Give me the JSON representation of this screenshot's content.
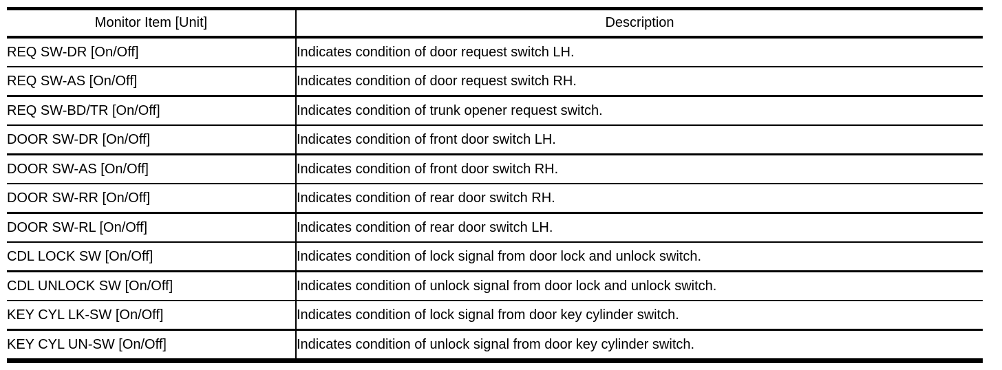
{
  "colors": {
    "background": "#ffffff",
    "text": "#000000",
    "border": "#000000"
  },
  "table": {
    "columns": [
      {
        "label": "Monitor Item [Unit]"
      },
      {
        "label": "Description"
      }
    ],
    "rows": [
      {
        "item": "REQ SW-DR [On/Off]",
        "description": "Indicates condition of door request switch LH."
      },
      {
        "item": "REQ SW-AS [On/Off]",
        "description": "Indicates condition of door request switch RH."
      },
      {
        "item": "REQ SW-BD/TR [On/Off]",
        "description": "Indicates condition of trunk opener request switch."
      },
      {
        "item": "DOOR SW-DR [On/Off]",
        "description": "Indicates condition of front door switch LH."
      },
      {
        "item": "DOOR SW-AS [On/Off]",
        "description": "Indicates condition of front door switch RH."
      },
      {
        "item": "DOOR SW-RR [On/Off]",
        "description": "Indicates condition of rear door switch RH."
      },
      {
        "item": "DOOR SW-RL [On/Off]",
        "description": "Indicates condition of rear door switch LH."
      },
      {
        "item": "CDL LOCK SW [On/Off]",
        "description": "Indicates condition of lock signal from door lock and unlock switch."
      },
      {
        "item": "CDL UNLOCK SW [On/Off]",
        "description": "Indicates condition of unlock signal from door lock and unlock switch."
      },
      {
        "item": "KEY CYL LK-SW [On/Off]",
        "description": "Indicates condition of lock signal from door key cylinder switch."
      },
      {
        "item": "KEY CYL UN-SW [On/Off]",
        "description": "Indicates condition of unlock signal from door key cylinder switch."
      }
    ]
  }
}
